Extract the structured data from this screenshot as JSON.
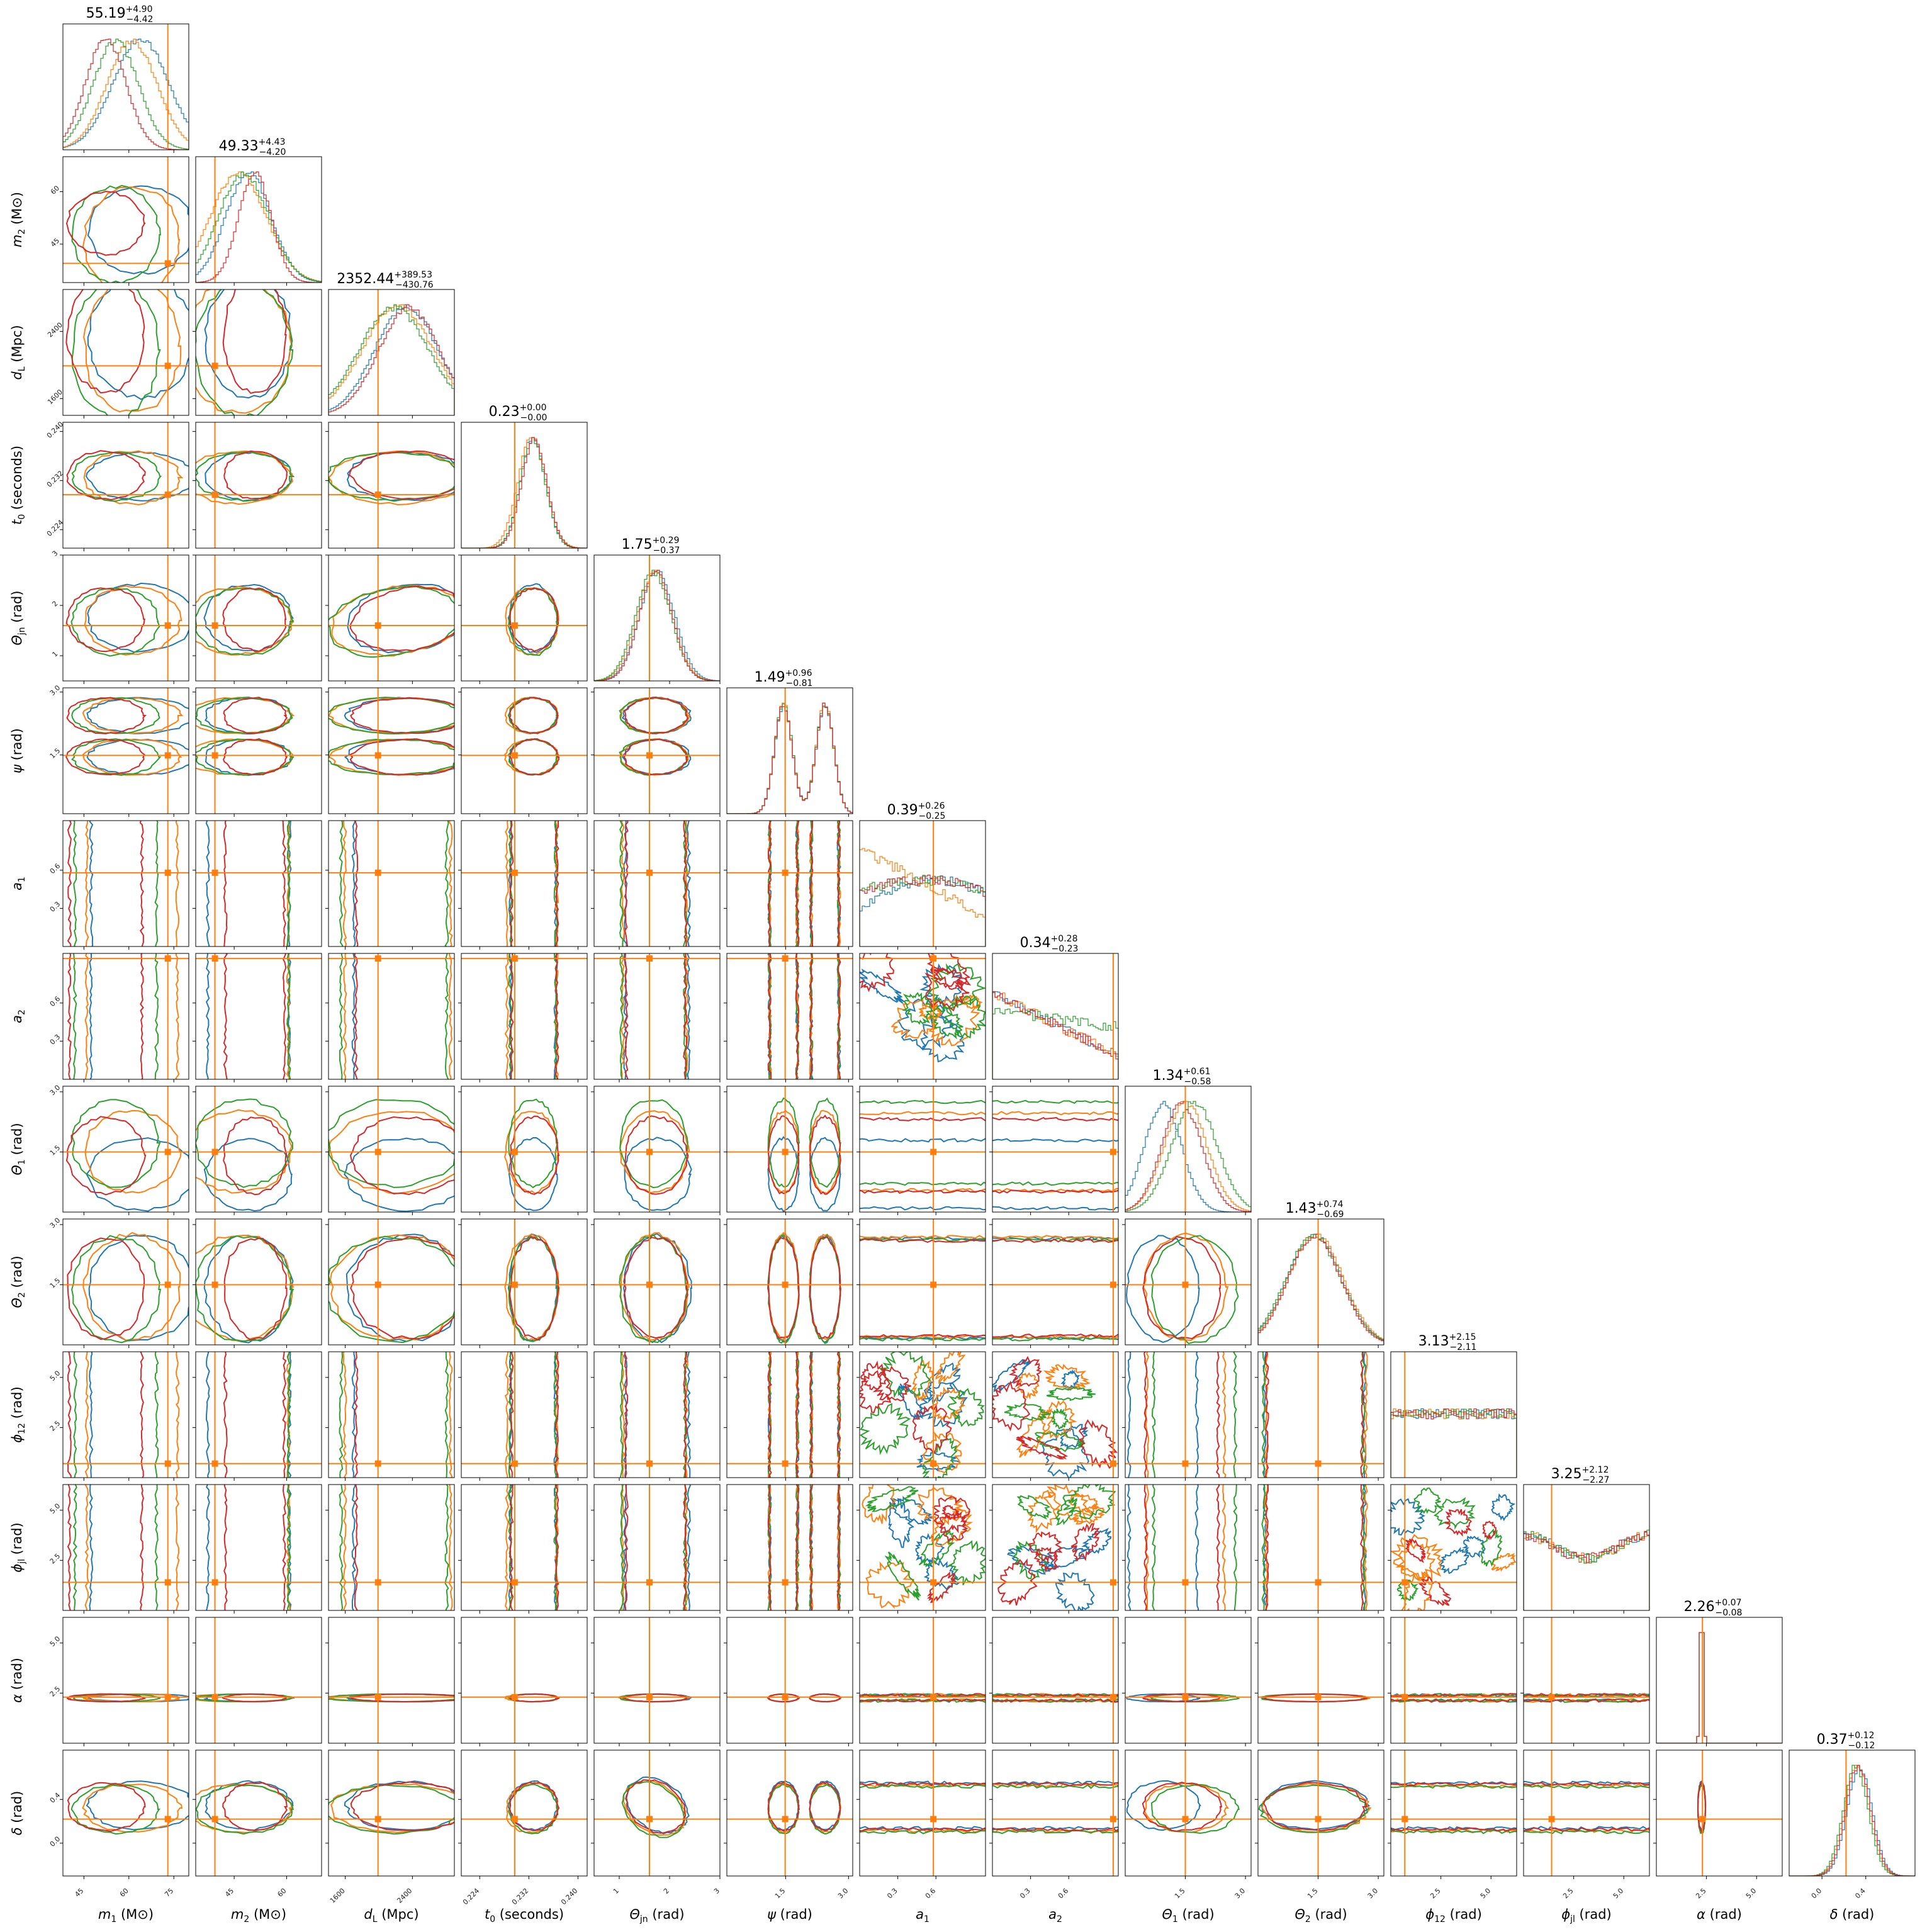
{
  "chart_data": {
    "type": "corner",
    "colors": [
      "#1f77b4",
      "#ff7f0e",
      "#2ca02c",
      "#d62728"
    ],
    "truth_color": "#ff7f0e",
    "parameters": [
      {
        "key": "m1",
        "label_main": "m",
        "label_sub": "1",
        "label_rest": " (M⊙)",
        "range": [
          38,
          80
        ],
        "ticks": [
          45,
          60,
          75
        ],
        "tick_labels": [
          "45",
          "60",
          "75"
        ],
        "truth": 73,
        "title": "55.19",
        "err_plus": "+4.90",
        "err_minus": "−4.42"
      },
      {
        "key": "m2",
        "label_main": "m",
        "label_sub": "2",
        "label_rest": " (M⊙)",
        "range": [
          34,
          70
        ],
        "ticks": [
          45,
          60
        ],
        "tick_labels": [
          "45",
          "60"
        ],
        "truth": 39.5,
        "title": "49.33",
        "err_plus": "+4.43",
        "err_minus": "−4.20"
      },
      {
        "key": "dl",
        "label_main": "d",
        "label_sub": "L",
        "label_rest": " (Mpc)",
        "range": [
          1400,
          2900
        ],
        "ticks": [
          1600,
          2400
        ],
        "tick_labels": [
          "1600",
          "2400"
        ],
        "truth": 1990,
        "title": "2352.44",
        "err_plus": "+389.53",
        "err_minus": "−430.76"
      },
      {
        "key": "t0",
        "label_main": "t",
        "label_sub": "0",
        "label_rest": " (seconds)",
        "range": [
          0.221,
          0.2415
        ],
        "ticks": [
          0.224,
          0.232,
          0.24
        ],
        "tick_labels": [
          "0.224",
          "0.232",
          "0.240"
        ],
        "truth": 0.2297,
        "title": "0.23",
        "err_plus": "+0.00",
        "err_minus": "−0.00"
      },
      {
        "key": "thetajn",
        "label_main": "Θ",
        "label_sub": "jn",
        "label_rest": " (rad)",
        "range": [
          0.5,
          3.0
        ],
        "ticks": [
          1,
          2,
          3
        ],
        "tick_labels": [
          "1",
          "2",
          "3"
        ],
        "truth": 1.6,
        "title": "1.75",
        "err_plus": "+0.29",
        "err_minus": "−0.37"
      },
      {
        "key": "psi",
        "label_main": "ψ",
        "label_sub": "",
        "label_rest": " (rad)",
        "range": [
          0.1,
          3.1
        ],
        "ticks": [
          1.5,
          3.0
        ],
        "tick_labels": [
          "1.5",
          "3.0"
        ],
        "truth": 1.49,
        "title": "1.49",
        "err_plus": "+0.96",
        "err_minus": "−0.81"
      },
      {
        "key": "a1",
        "label_main": "a",
        "label_sub": "1",
        "label_rest": "",
        "range": [
          0.0,
          0.99
        ],
        "ticks": [
          0.3,
          0.6
        ],
        "tick_labels": [
          "0.3",
          "0.6"
        ],
        "truth": 0.58,
        "title": "0.39",
        "err_plus": "+0.26",
        "err_minus": "−0.25"
      },
      {
        "key": "a2",
        "label_main": "a",
        "label_sub": "2",
        "label_rest": "",
        "range": [
          0.0,
          0.99
        ],
        "ticks": [
          0.3,
          0.6
        ],
        "tick_labels": [
          "0.3",
          "0.6"
        ],
        "truth": 0.95,
        "title": "0.34",
        "err_plus": "+0.28",
        "err_minus": "−0.23"
      },
      {
        "key": "theta1",
        "label_main": "Θ",
        "label_sub": "1",
        "label_rest": " (rad)",
        "range": [
          0.0,
          3.14
        ],
        "ticks": [
          1.5,
          3.0
        ],
        "tick_labels": [
          "1.5",
          "3.0"
        ],
        "truth": 1.5,
        "title": "1.34",
        "err_plus": "+0.61",
        "err_minus": "−0.58"
      },
      {
        "key": "theta2",
        "label_main": "Θ",
        "label_sub": "2",
        "label_rest": " (rad)",
        "range": [
          0.0,
          3.14
        ],
        "ticks": [
          1.5,
          3.0
        ],
        "tick_labels": [
          "1.5",
          "3.0"
        ],
        "truth": 1.5,
        "title": "1.43",
        "err_plus": "+0.74",
        "err_minus": "−0.69"
      },
      {
        "key": "phi12",
        "label_main": "ϕ",
        "label_sub": "12",
        "label_rest": " (rad)",
        "range": [
          0.0,
          6.28
        ],
        "ticks": [
          2.5,
          5.0
        ],
        "tick_labels": [
          "2.5",
          "5.0"
        ],
        "truth": 0.7,
        "title": "3.13",
        "err_plus": "+2.15",
        "err_minus": "−2.11"
      },
      {
        "key": "phijl",
        "label_main": "ϕ",
        "label_sub": "jl",
        "label_rest": " (rad)",
        "range": [
          0.0,
          6.28
        ],
        "ticks": [
          2.5,
          5.0
        ],
        "tick_labels": [
          "2.5",
          "5.0"
        ],
        "truth": 1.4,
        "title": "3.25",
        "err_plus": "+2.12",
        "err_minus": "−2.27"
      },
      {
        "key": "alpha",
        "label_main": "α",
        "label_sub": "",
        "label_rest": " (rad)",
        "range": [
          0.0,
          6.28
        ],
        "ticks": [
          2.5,
          5.0
        ],
        "tick_labels": [
          "2.5",
          "5.0"
        ],
        "truth": 2.3,
        "title": "2.26",
        "err_plus": "+0.07",
        "err_minus": "−0.08"
      },
      {
        "key": "delta",
        "label_main": "δ",
        "label_sub": "",
        "label_rest": " (rad)",
        "range": [
          -0.3,
          0.85
        ],
        "ticks": [
          0.0,
          0.4
        ],
        "tick_labels": [
          "0.0",
          "0.4"
        ],
        "truth": 0.22,
        "title": "0.37",
        "err_plus": "+0.12",
        "err_minus": "−0.12"
      }
    ],
    "grid": "off",
    "legend": "none",
    "contours": "credible-region contours for four runs in each off-diagonal panel; step histograms on the diagonal; orange truth lines and markers"
  }
}
